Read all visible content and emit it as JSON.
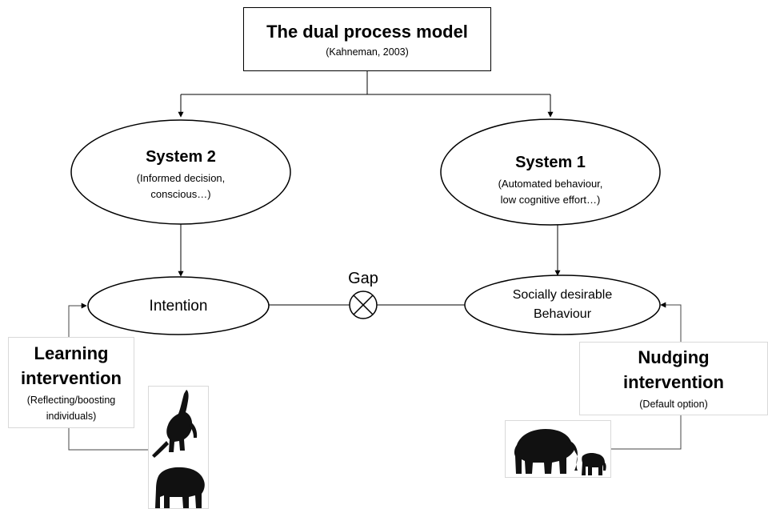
{
  "root": {
    "title": "The dual process model",
    "citation": "(Kahneman, 2003)"
  },
  "system2": {
    "title": "System 2",
    "desc_line1": "(Informed decision,",
    "desc_line2": "conscious…)"
  },
  "system1": {
    "title": "System 1",
    "desc_line1": "(Automated behaviour,",
    "desc_line2": "low cognitive effort…)"
  },
  "intention": {
    "label": "Intention"
  },
  "behaviour": {
    "line1": "Socially desirable",
    "line2": "Behaviour"
  },
  "gap": {
    "label": "Gap"
  },
  "learning": {
    "title_line1": "Learning",
    "title_line2": "intervention",
    "desc_line1": "(Reflecting/boosting",
    "desc_line2": "individuals)"
  },
  "nudging": {
    "title_line1": "Nudging",
    "title_line2": "intervention",
    "desc": "(Default option)"
  },
  "colors": {
    "line": "#000000",
    "panel_border": "#d9d9d9",
    "silhouette": "#111111"
  }
}
